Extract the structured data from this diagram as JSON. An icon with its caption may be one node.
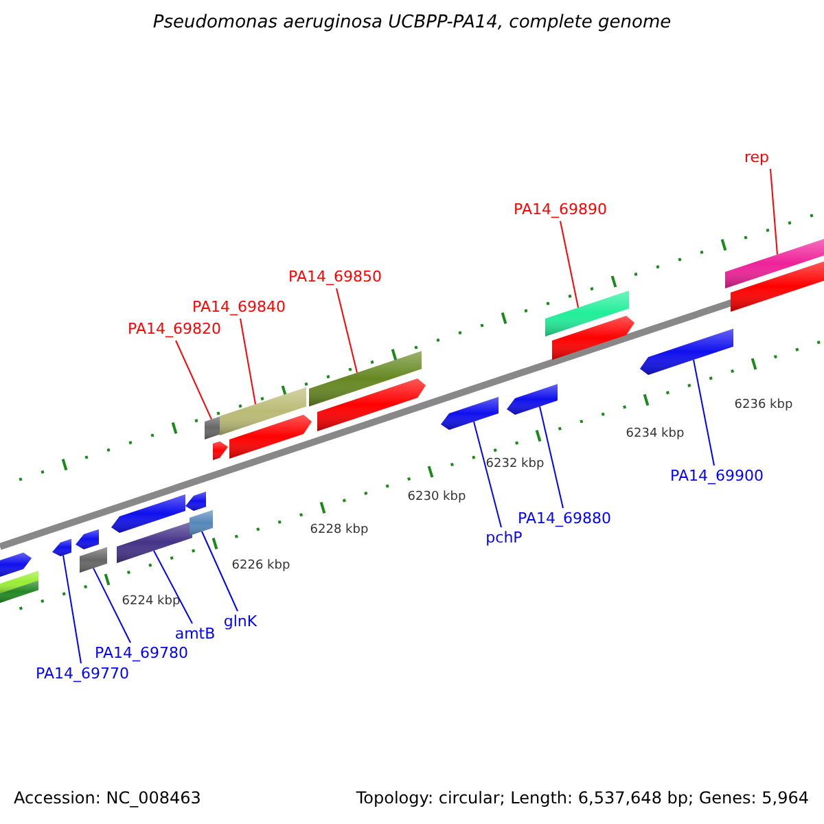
{
  "diagram": {
    "title": "Pseudomonas aeruginosa UCBPP-PA14, complete genome",
    "nodes": [
      {
        "text": [
          "rep"
        ]
      },
      {
        "text": [
          "PA14_69890"
        ]
      },
      {
        "text": [
          "PA14_69850"
        ]
      },
      {
        "text": [
          "PA14_69840"
        ]
      },
      {
        "text": [
          "PA14_69820"
        ]
      },
      {
        "text": [
          "PA14_69900"
        ]
      },
      {
        "text": [
          "PA14_69880"
        ]
      },
      {
        "text": [
          "pchP"
        ]
      },
      {
        "text": [
          "glnK"
        ]
      },
      {
        "text": [
          "amtB"
        ]
      },
      {
        "text": [
          "PA14_69780"
        ]
      },
      {
        "text": [
          "PA14_69770"
        ]
      },
      {
        "text": [],
        "shape": "bar"
      },
      {
        "text": [],
        "shape": "bar"
      },
      {
        "text": [],
        "shape": "bar"
      },
      {
        "text": [],
        "shape": "bar"
      },
      {
        "text": [],
        "shape": "bar"
      },
      {
        "text": [],
        "shape": "bar"
      },
      {
        "text": [],
        "shape": "bar"
      },
      {
        "text": [],
        "shape": "bar"
      },
      {
        "text": [],
        "shape": "bar"
      },
      {
        "text": [],
        "shape": "bar"
      },
      {
        "text": [],
        "shape": "bar"
      },
      {
        "text": [],
        "shape": "bar"
      },
      {
        "text": [],
        "shape": "bar"
      },
      {
        "text": [],
        "shape": "bar"
      },
      {
        "text": [],
        "shape": "bar"
      },
      {
        "text": [],
        "shape": "bar"
      },
      {
        "text": [],
        "shape": "bar"
      },
      {
        "text": [],
        "shape": "bar"
      },
      {
        "text": [],
        "shape": "bar"
      },
      {
        "text": [],
        "shape": "bar"
      },
      {
        "text": [],
        "shape": "bar"
      },
      {
        "text": [],
        "shape": "bar"
      },
      {
        "text": [],
        "shape": "bar"
      }
    ],
    "edges": [
      {
        "from": 0,
        "to": 33,
        "arrow": "none",
        "color": "#ff0000"
      },
      {
        "from": 1,
        "to": 30,
        "arrow": "none",
        "color": "#ff0000"
      },
      {
        "from": 2,
        "to": 26,
        "arrow": "none",
        "color": "#ff0000"
      },
      {
        "from": 3,
        "to": 24,
        "arrow": "none",
        "color": "#ff0000"
      },
      {
        "from": 4,
        "to": 22,
        "arrow": "none",
        "color": "#ff0000"
      },
      {
        "from": 5,
        "to": 32,
        "arrow": "none"
      },
      {
        "from": 6,
        "to": 29,
        "arrow": "none"
      },
      {
        "from": 7,
        "to": 28,
        "arrow": "none"
      },
      {
        "from": 8,
        "to": 21,
        "arrow": "none"
      },
      {
        "from": 9,
        "to": 19,
        "arrow": "none"
      },
      {
        "from": 10,
        "to": 17,
        "arrow": "none"
      },
      {
        "from": 11,
        "to": 15,
        "arrow": "none"
      }
    ],
    "labels": [
      "6236 kbp",
      "6234 kbp",
      "6232 kbp",
      "6230 kbp",
      "6228 kbp",
      "6226 kbp",
      "6224 kbp",
      "Accession: NC_008463",
      "Topology: circular; Length: 6,537,648 bp; Genes: 5,964"
    ]
  }
}
